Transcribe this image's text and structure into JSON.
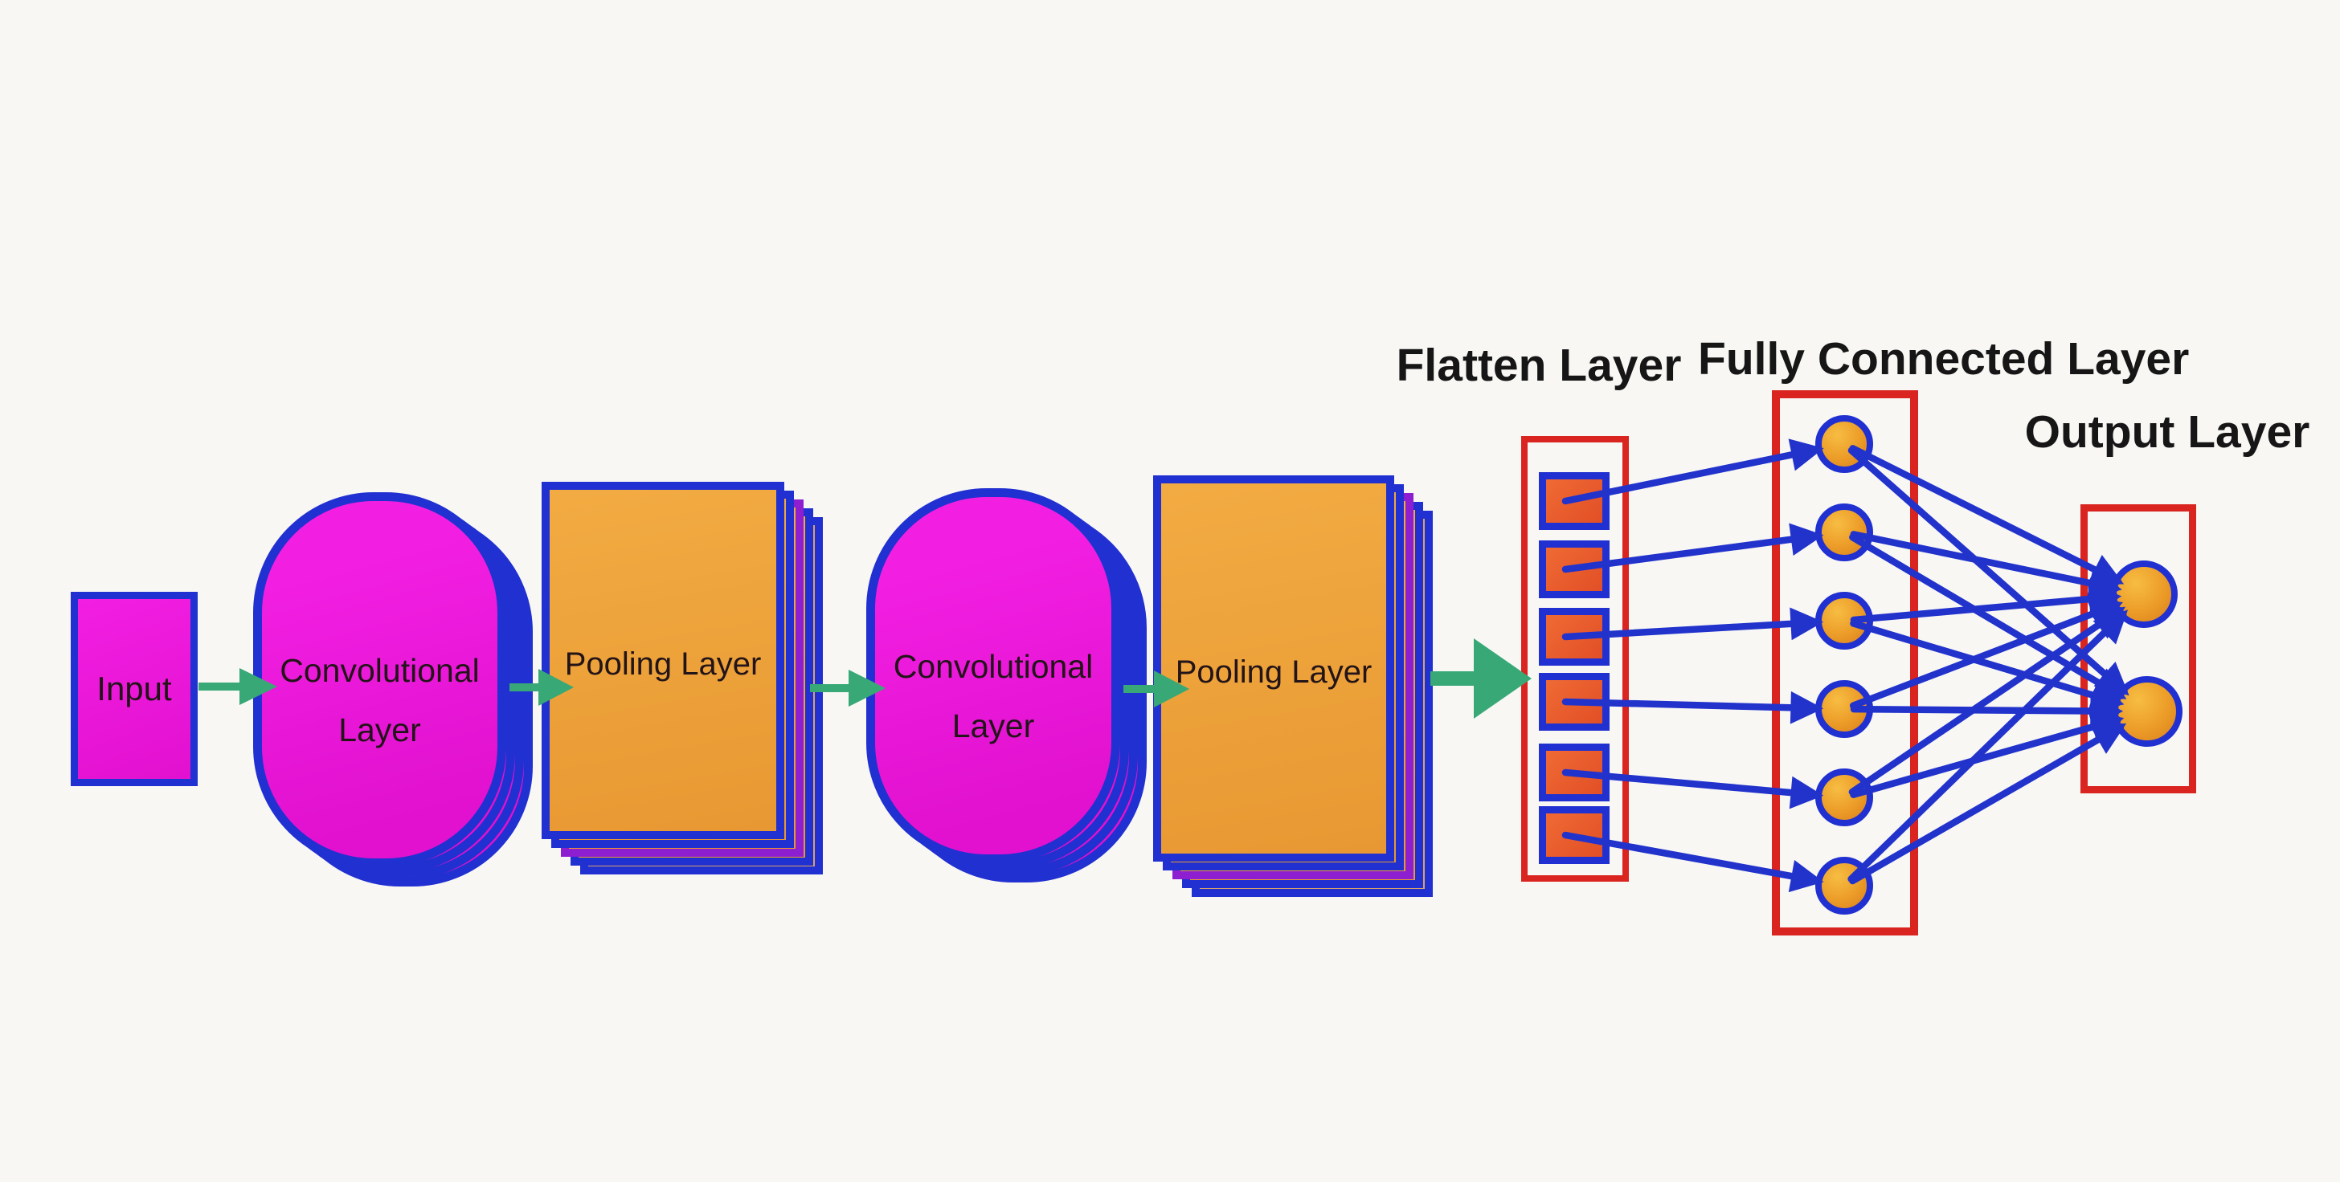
{
  "diagram": {
    "title_labels": {
      "flatten": "Flatten Layer",
      "fully_connected": "Fully Connected Layer",
      "output": "Output Layer"
    },
    "nodes": {
      "input": {
        "label": "Input"
      },
      "conv1": {
        "label": "Convolutional Layer",
        "lines": [
          "Convolutional",
          "Layer"
        ]
      },
      "pool1": {
        "label": "Pooling Layer"
      },
      "conv2": {
        "label": "Convolutional Layer",
        "lines": [
          "Convolutional",
          "Layer"
        ]
      },
      "pool2": {
        "label": "Pooling Layer"
      },
      "flatten": {
        "cell_count": 6
      },
      "fully_connected": {
        "neuron_count": 6
      },
      "output": {
        "neuron_count": 2
      }
    },
    "connections": {
      "flatten_to_fc": {
        "type": "one-to-one",
        "count": 6
      },
      "fc_to_output": {
        "type": "fully-connected",
        "count": 12
      },
      "green_arrow_count": 5
    },
    "colors": {
      "background": "#f8f7f4",
      "magenta": "#ee15dd",
      "blue": "#2130d0",
      "orange": "#f0a43c",
      "cell_orange": "#e7582c",
      "neuron_orange": "#ec9c28",
      "box_red": "#d9241f",
      "arrow_green": "#38a876",
      "connector_blue": "#2233cc",
      "text_dark": "#221418",
      "label_black": "#161616"
    }
  }
}
